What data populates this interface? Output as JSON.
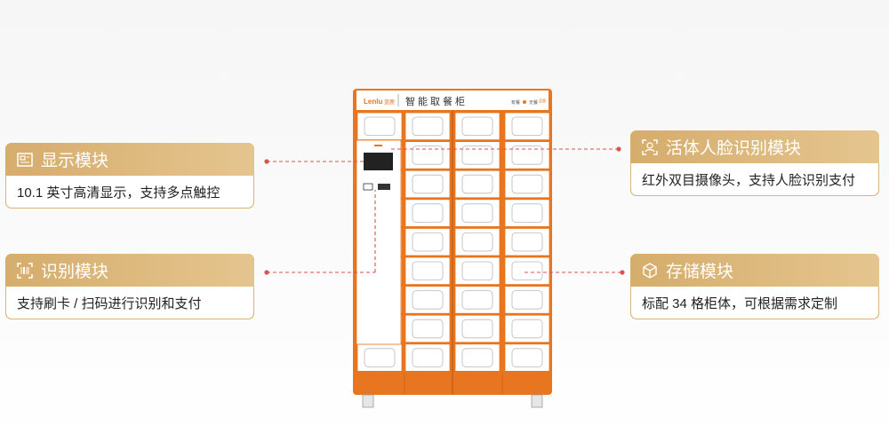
{
  "cabinet": {
    "brand": "Lenlu",
    "brand_cn": "蓝鹿",
    "title": "智能取餐柜",
    "badge_left": "有餐",
    "badge_right": "无餐",
    "badge_extra": "蓝鹿"
  },
  "modules": [
    {
      "title": "显示模块",
      "desc": "10.1 英寸高清显示，支持多点触控",
      "icon": "display-icon"
    },
    {
      "title": "识别模块",
      "desc": "支持刷卡 / 扫码进行识别和支付",
      "icon": "scan-icon"
    },
    {
      "title": "活体人脸识别模块",
      "desc": "红外双目摄像头，支持人脸识别支付",
      "icon": "face-scan-icon"
    },
    {
      "title": "存储模块",
      "desc": "标配 34 格柜体，可根据需求定制",
      "icon": "box-icon"
    }
  ],
  "colors": {
    "accent": "#e8751f",
    "gold": "#d5ad6c",
    "dash": "#d9534f"
  }
}
